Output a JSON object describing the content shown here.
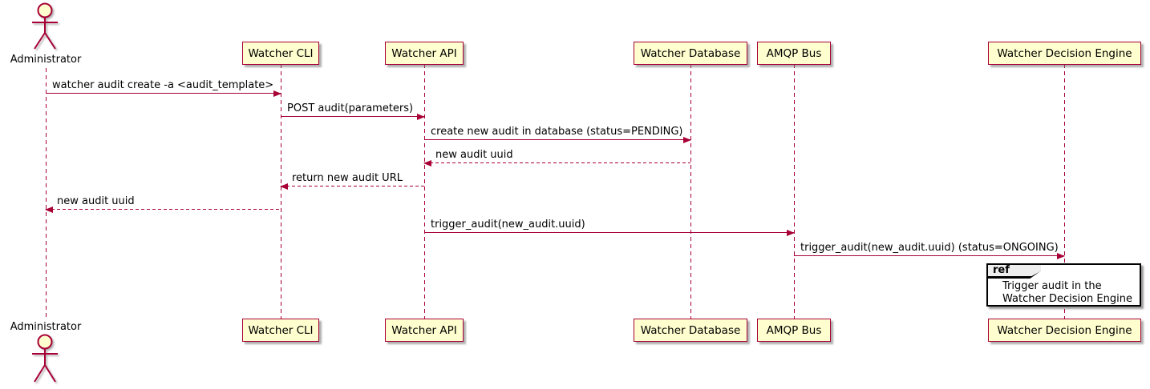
{
  "diagram": {
    "kind": "uml-sequence-diagram",
    "participants": [
      {
        "name": "Administrator",
        "type": "actor"
      },
      {
        "name": "Watcher CLI",
        "type": "participant"
      },
      {
        "name": "Watcher API",
        "type": "participant"
      },
      {
        "name": "Watcher Database",
        "type": "participant"
      },
      {
        "name": "AMQP Bus",
        "type": "participant"
      },
      {
        "name": "Watcher Decision Engine",
        "type": "participant"
      }
    ],
    "messages": [
      {
        "from": "Administrator",
        "to": "Watcher CLI",
        "text": "watcher audit create -a <audit_template>",
        "line": "solid",
        "direction": "right"
      },
      {
        "from": "Watcher CLI",
        "to": "Watcher API",
        "text": "POST audit(parameters)",
        "line": "solid",
        "direction": "right"
      },
      {
        "from": "Watcher API",
        "to": "Watcher Database",
        "text": "create new audit in database (status=PENDING)",
        "line": "solid",
        "direction": "right"
      },
      {
        "from": "Watcher Database",
        "to": "Watcher API",
        "text": "new audit uuid",
        "line": "dashed",
        "direction": "left"
      },
      {
        "from": "Watcher API",
        "to": "Watcher CLI",
        "text": "return new audit URL",
        "line": "dashed",
        "direction": "left"
      },
      {
        "from": "Watcher CLI",
        "to": "Administrator",
        "text": "new audit uuid",
        "line": "dashed",
        "direction": "left"
      },
      {
        "from": "Watcher API",
        "to": "AMQP Bus",
        "text": "trigger_audit(new_audit.uuid)",
        "line": "solid",
        "direction": "right"
      },
      {
        "from": "AMQP Bus",
        "to": "Watcher Decision Engine",
        "text": "trigger_audit(new_audit.uuid) (status=ONGOING)",
        "line": "solid",
        "direction": "right"
      }
    ],
    "ref_fragment": {
      "keyword": "ref",
      "over": "Watcher Decision Engine",
      "lines": [
        "Trigger audit in the",
        "Watcher Decision Engine"
      ]
    },
    "colors": {
      "participant_fill": "#FEFECE",
      "participant_border": "#A80036",
      "lifeline": "#A80036",
      "arrow": "#A80036",
      "text": "#000000",
      "ref_border": "#000000",
      "ref_tab_fill": "#EEEEEE",
      "ref_fill": "#FFFFFF",
      "background": "#FFFFFF"
    }
  }
}
